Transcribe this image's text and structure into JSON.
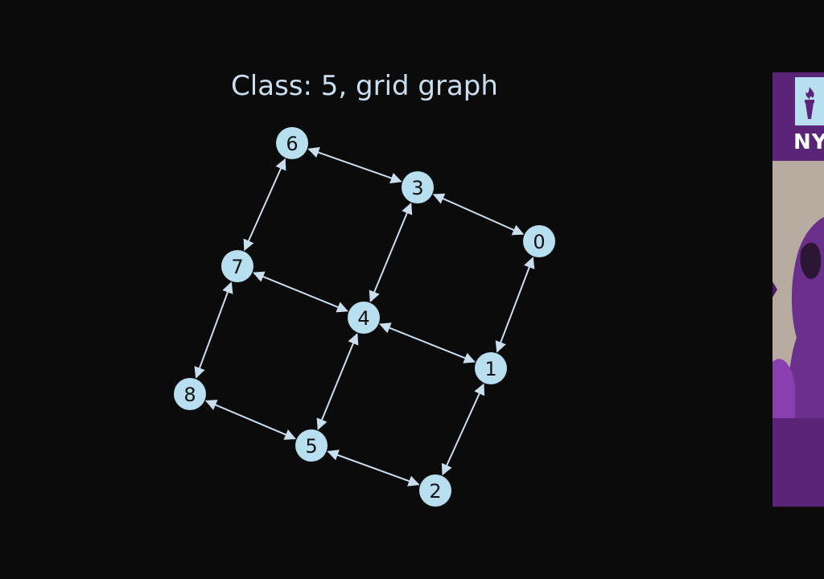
{
  "title": "Class: 5, grid graph",
  "graph": {
    "nodes": [
      {
        "id": "0",
        "label": "0"
      },
      {
        "id": "1",
        "label": "1"
      },
      {
        "id": "2",
        "label": "2"
      },
      {
        "id": "3",
        "label": "3"
      },
      {
        "id": "4",
        "label": "4"
      },
      {
        "id": "5",
        "label": "5"
      },
      {
        "id": "6",
        "label": "6"
      },
      {
        "id": "7",
        "label": "7"
      },
      {
        "id": "8",
        "label": "8"
      }
    ],
    "edges": [
      [
        "6",
        "3"
      ],
      [
        "3",
        "0"
      ],
      [
        "6",
        "7"
      ],
      [
        "3",
        "4"
      ],
      [
        "0",
        "1"
      ],
      [
        "7",
        "4"
      ],
      [
        "4",
        "1"
      ],
      [
        "7",
        "8"
      ],
      [
        "4",
        "5"
      ],
      [
        "1",
        "2"
      ],
      [
        "8",
        "5"
      ],
      [
        "5",
        "2"
      ]
    ],
    "directed": "bidirectional",
    "node_color": "#b7dff0",
    "edge_color": "#c9dff0",
    "label_color": "#111111"
  },
  "side_panel": {
    "logo_text": "NY",
    "logo_icon": "torch-icon",
    "brand_color": "#5a2478"
  }
}
